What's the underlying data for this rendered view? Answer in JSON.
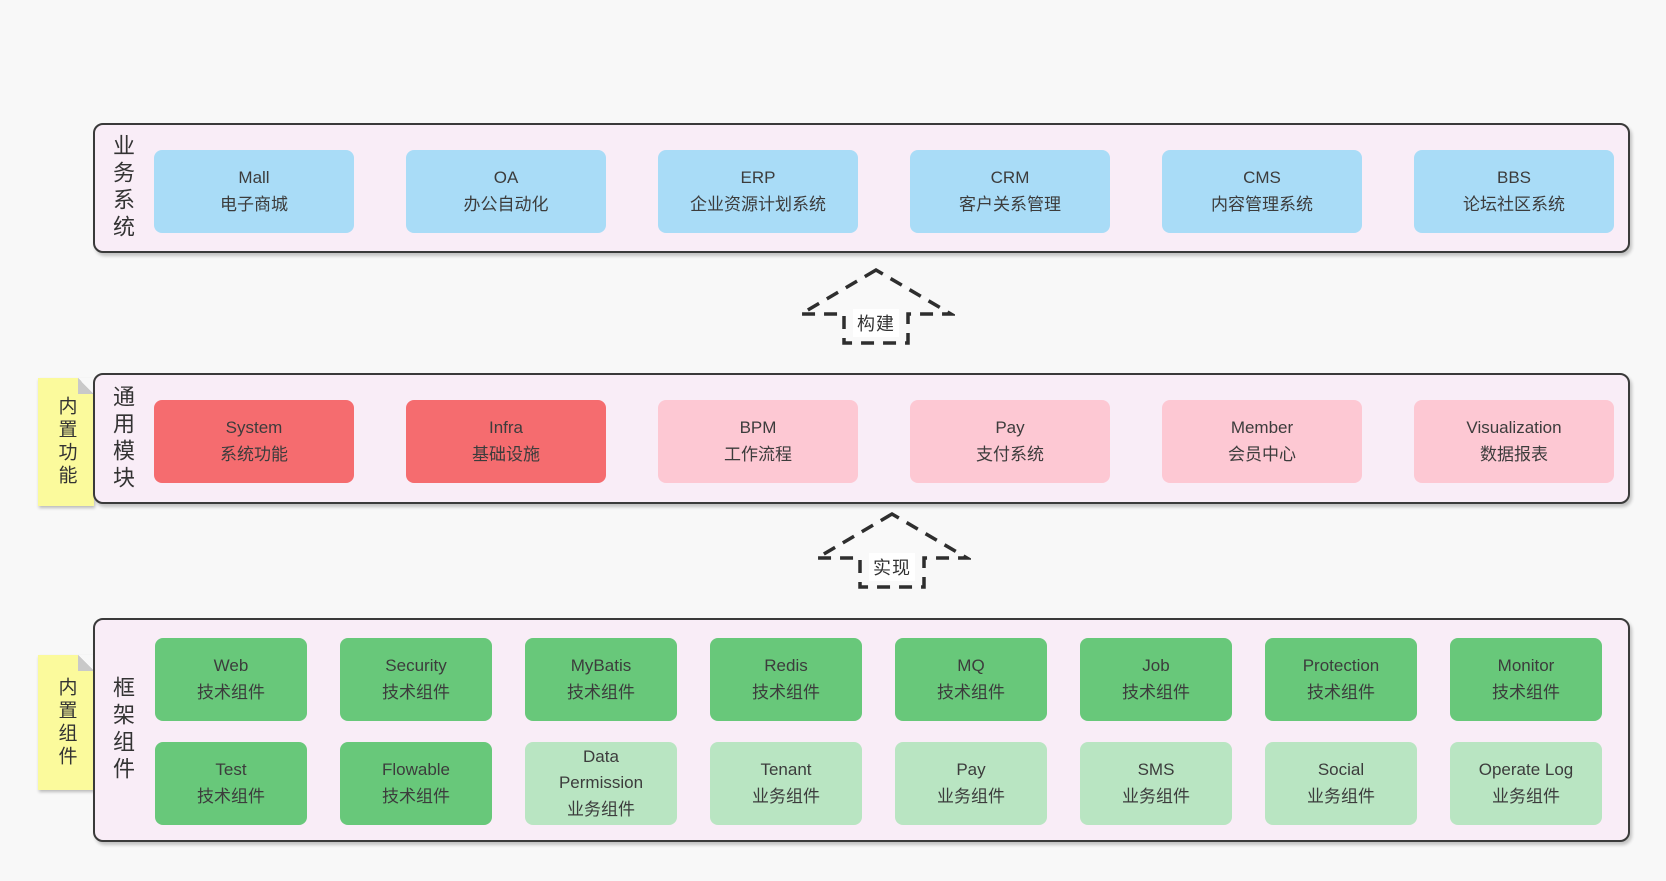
{
  "colors": {
    "page_bg": "#f8f8f8",
    "container_bg": "#f9edf7",
    "container_border": "#3a3a3a",
    "blue": "#a9dcf7",
    "red": "#f56c6f",
    "pink": "#fdc8d3",
    "green": "#68c87a",
    "lightgreen": "#b9e5c2",
    "sticky_yellow": "#fbfa9c",
    "text": "#3c3c3c"
  },
  "business_systems": {
    "side_label": "业务系统",
    "items": [
      {
        "title": "Mall",
        "subtitle": "电子商城",
        "color": "blue"
      },
      {
        "title": "OA",
        "subtitle": "办公自动化",
        "color": "blue"
      },
      {
        "title": "ERP",
        "subtitle": "企业资源计划系统",
        "color": "blue"
      },
      {
        "title": "CRM",
        "subtitle": "客户关系管理",
        "color": "blue"
      },
      {
        "title": "CMS",
        "subtitle": "内容管理系统",
        "color": "blue"
      },
      {
        "title": "BBS",
        "subtitle": "论坛社区系统",
        "color": "blue"
      }
    ]
  },
  "arrows": {
    "build": {
      "label": "构建"
    },
    "implement": {
      "label": "实现"
    }
  },
  "common_modules": {
    "side_label": "通用模块",
    "sticky_label": "内置功能",
    "items": [
      {
        "title": "System",
        "subtitle": "系统功能",
        "color": "red"
      },
      {
        "title": "Infra",
        "subtitle": "基础设施",
        "color": "red"
      },
      {
        "title": "BPM",
        "subtitle": "工作流程",
        "color": "pink"
      },
      {
        "title": "Pay",
        "subtitle": "支付系统",
        "color": "pink"
      },
      {
        "title": "Member",
        "subtitle": "会员中心",
        "color": "pink"
      },
      {
        "title": "Visualization",
        "subtitle": "数据报表",
        "color": "pink"
      }
    ]
  },
  "framework_components": {
    "side_label": "框架组件",
    "sticky_label": "内置组件",
    "row1": [
      {
        "title": "Web",
        "subtitle": "技术组件",
        "color": "green"
      },
      {
        "title": "Security",
        "subtitle": "技术组件",
        "color": "green"
      },
      {
        "title": "MyBatis",
        "subtitle": "技术组件",
        "color": "green"
      },
      {
        "title": "Redis",
        "subtitle": "技术组件",
        "color": "green"
      },
      {
        "title": "MQ",
        "subtitle": "技术组件",
        "color": "green"
      },
      {
        "title": "Job",
        "subtitle": "技术组件",
        "color": "green"
      },
      {
        "title": "Protection",
        "subtitle": "技术组件",
        "color": "green"
      },
      {
        "title": "Monitor",
        "subtitle": "技术组件",
        "color": "green"
      }
    ],
    "row2": [
      {
        "title": "Test",
        "subtitle": "技术组件",
        "color": "green"
      },
      {
        "title": "Flowable",
        "subtitle": "技术组件",
        "color": "green"
      },
      {
        "title": "Data Permission",
        "subtitle": "业务组件",
        "color": "lightgreen"
      },
      {
        "title": "Tenant",
        "subtitle": "业务组件",
        "color": "lightgreen"
      },
      {
        "title": "Pay",
        "subtitle": "业务组件",
        "color": "lightgreen"
      },
      {
        "title": "SMS",
        "subtitle": "业务组件",
        "color": "lightgreen"
      },
      {
        "title": "Social",
        "subtitle": "业务组件",
        "color": "lightgreen"
      },
      {
        "title": "Operate Log",
        "subtitle": "业务组件",
        "color": "lightgreen"
      }
    ]
  }
}
